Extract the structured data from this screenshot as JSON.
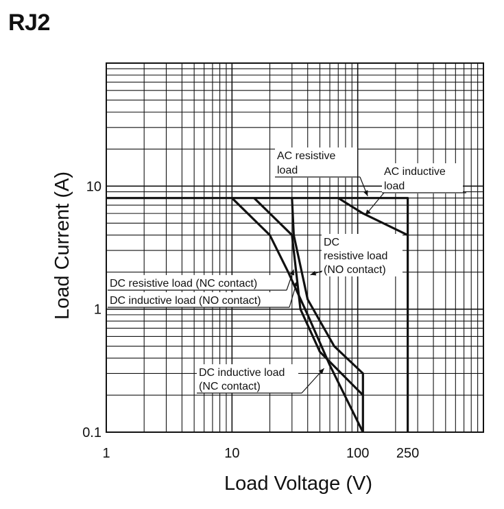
{
  "title": "RJ2",
  "chart_data": {
    "type": "line",
    "title": "RJ2",
    "xlabel": "Load Voltage (V)",
    "ylabel": "Load Current (A)",
    "xscale": "log",
    "yscale": "log",
    "xlim": [
      1,
      1000
    ],
    "ylim": [
      0.1,
      100
    ],
    "grid": true,
    "x_ticks": [
      {
        "value": 1,
        "label": "1"
      },
      {
        "value": 10,
        "label": "10"
      },
      {
        "value": 100,
        "label": "100"
      },
      {
        "value": 250,
        "label": "250"
      }
    ],
    "y_ticks": [
      {
        "value": 0.1,
        "label": "0.1"
      },
      {
        "value": 1,
        "label": "1"
      },
      {
        "value": 10,
        "label": "10"
      }
    ],
    "series": [
      {
        "name": "AC resistive load",
        "points": [
          [
            1,
            8
          ],
          [
            250,
            8
          ],
          [
            250,
            0.1
          ]
        ]
      },
      {
        "name": "AC inductive load",
        "points": [
          [
            70,
            8
          ],
          [
            110,
            6
          ],
          [
            250,
            4
          ]
        ]
      },
      {
        "name": "DC resistive load (NO contact)",
        "points": [
          [
            30,
            8
          ],
          [
            31,
            4
          ],
          [
            40,
            1.2
          ],
          [
            65,
            0.5
          ],
          [
            110,
            0.3
          ],
          [
            110,
            0.1
          ]
        ]
      },
      {
        "name": "DC resistive load (NC contact)",
        "points": [
          [
            15,
            8
          ],
          [
            30,
            4
          ],
          [
            35,
            1.0
          ],
          [
            50,
            0.45
          ],
          [
            110,
            0.2
          ]
        ]
      },
      {
        "name": "DC inductive load (NO contact)",
        "points": [
          [
            10,
            8
          ],
          [
            20,
            4
          ],
          [
            28,
            2
          ],
          [
            40,
            0.9
          ],
          [
            60,
            0.35
          ],
          [
            110,
            0.1
          ]
        ]
      },
      {
        "name": "DC inductive load (NC contact)",
        "points": [
          [
            30,
            4.5
          ]
        ]
      }
    ],
    "annotations": [
      {
        "lines": [
          "AC resistive",
          "load"
        ],
        "target": [
          120,
          8.3
        ]
      },
      {
        "lines": [
          "AC inductive",
          "load"
        ],
        "target": [
          115,
          5.8
        ]
      },
      {
        "lines": [
          "DC",
          "resistive load",
          "(NO contact)"
        ],
        "target": [
          42,
          1.9
        ]
      },
      {
        "lines": [
          "DC resistive load (NC contact)"
        ],
        "target": [
          31,
          2.1
        ]
      },
      {
        "lines": [
          "DC inductive load (NO contact)"
        ],
        "target": [
          33,
          1.7
        ]
      },
      {
        "lines": [
          "DC inductive load",
          "(NC contact)"
        ],
        "target": [
          54,
          0.33
        ]
      }
    ]
  }
}
